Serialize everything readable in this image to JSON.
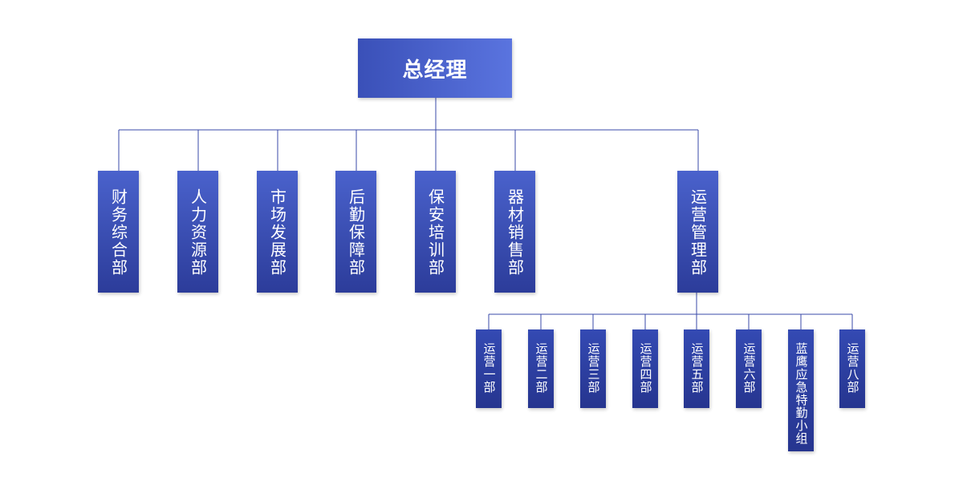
{
  "root": {
    "label": "总经理"
  },
  "departments": [
    {
      "label": "财务综合部"
    },
    {
      "label": "人力资源部"
    },
    {
      "label": "市场发展部"
    },
    {
      "label": "后勤保障部"
    },
    {
      "label": "保安培训部"
    },
    {
      "label": "器材销售部"
    },
    {
      "label": "运营管理部"
    }
  ],
  "operations_units": [
    {
      "label": "运营一部"
    },
    {
      "label": "运营二部"
    },
    {
      "label": "运营三部"
    },
    {
      "label": "运营四部"
    },
    {
      "label": "运营五部"
    },
    {
      "label": "运营六部"
    },
    {
      "label": "蓝鹰应急特勤小组"
    },
    {
      "label": "运营八部"
    }
  ],
  "colors": {
    "connector": "#3a4aa8",
    "box_light": "#5a74df",
    "box_dark": "#2c3c9a"
  }
}
